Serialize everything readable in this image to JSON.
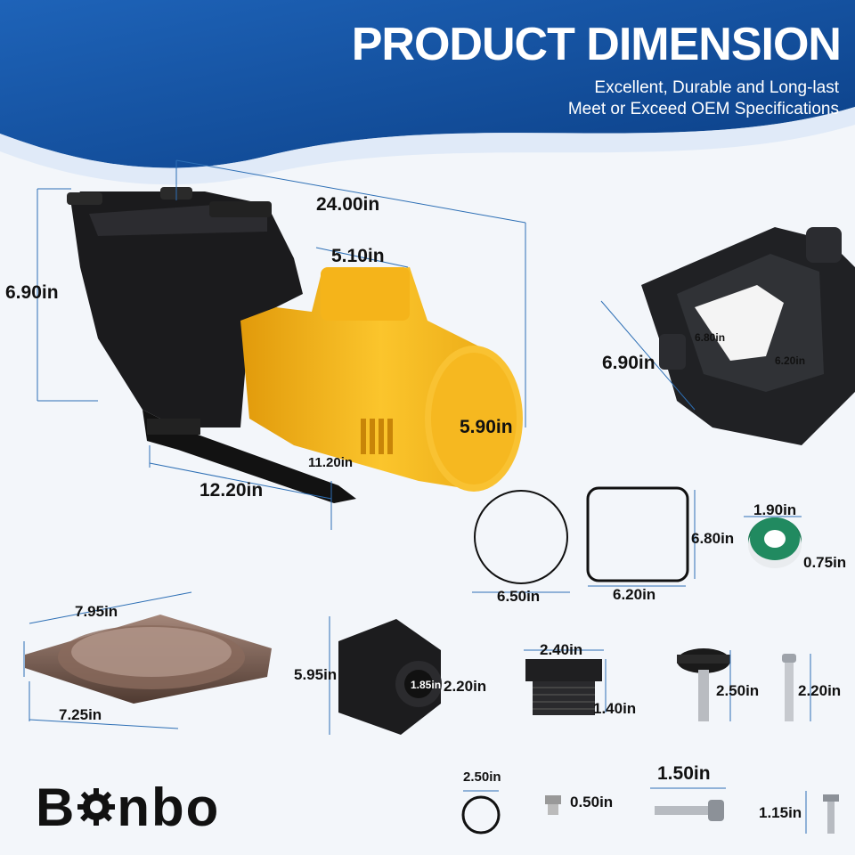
{
  "header": {
    "title": "PRODUCT DIMENSION",
    "line1": "Excellent, Durable and Long-last",
    "line2": "Meet or Exceed OEM Specifications"
  },
  "dimensions": {
    "pump_length": "24.00in",
    "pump_height": "6.90in",
    "motor_width": "5.10in",
    "motor_diameter": "5.90in",
    "base_inner": "11.20in",
    "base_length": "12.20in",
    "basket_height": "6.90in",
    "basket_inner_a": "6.80in",
    "basket_inner_b": "6.20in",
    "oring_round": "6.50in",
    "gasket_w": "6.20in",
    "gasket_h": "6.80in",
    "tape_w": "1.90in",
    "tape_h": "0.75in",
    "lid_top": "7.95in",
    "lid_bottom": "7.25in",
    "diffuser_h": "5.95in",
    "diffuser_port": "1.85in",
    "diffuser_d": "2.20in",
    "adapter_w": "2.40in",
    "adapter_h": "1.40in",
    "knob_h": "2.50in",
    "bolt_h": "2.20in",
    "small_oring": "2.50in",
    "plug": "0.50in",
    "long_bolt": "1.50in",
    "small_screw": "1.15in"
  },
  "brand": {
    "prefix": "B",
    "suffix": "nbo"
  },
  "colors": {
    "banner": "#0f4f9c",
    "motor": "#f7b81c",
    "dimension_line": "#2d6fb5"
  }
}
